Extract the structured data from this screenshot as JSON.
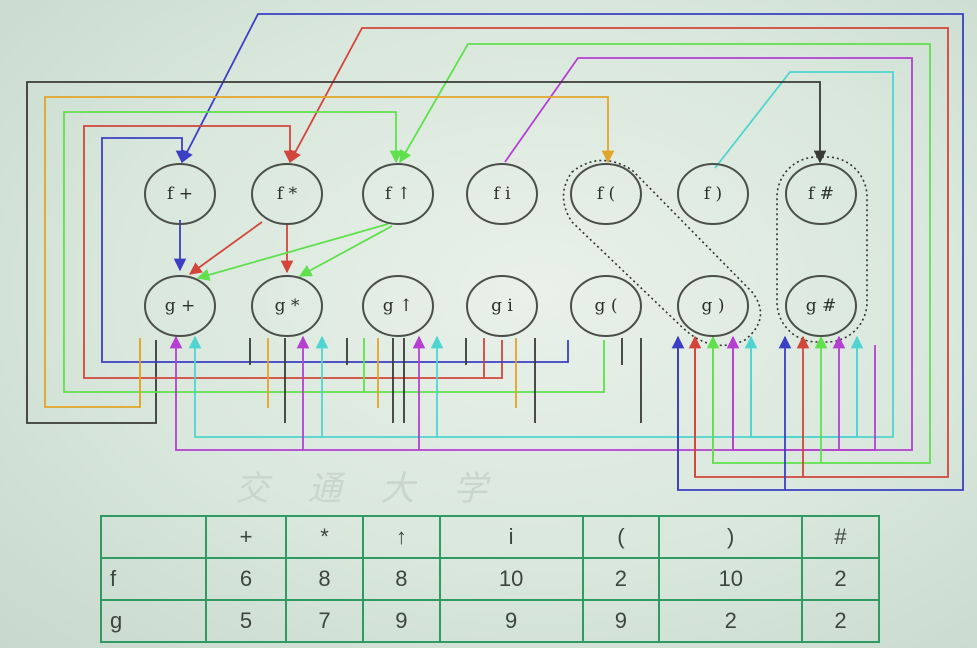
{
  "nodes": [
    {
      "id": "f_plus",
      "label": "f +"
    },
    {
      "id": "f_mul",
      "label": "f *"
    },
    {
      "id": "f_up",
      "label": "f ↑"
    },
    {
      "id": "f_i",
      "label": "f i"
    },
    {
      "id": "f_lp",
      "label": "f ("
    },
    {
      "id": "f_rp",
      "label": "f )"
    },
    {
      "id": "f_hash",
      "label": "f #"
    },
    {
      "id": "g_plus",
      "label": "g +"
    },
    {
      "id": "g_mul",
      "label": "g *"
    },
    {
      "id": "g_up",
      "label": "g ↑"
    },
    {
      "id": "g_i",
      "label": "g i"
    },
    {
      "id": "g_lp",
      "label": "g ("
    },
    {
      "id": "g_rp",
      "label": "g )"
    },
    {
      "id": "g_hash",
      "label": "g #"
    }
  ],
  "watermark": "交 通 大 学",
  "colors": {
    "blue": "#3a3fc4",
    "red": "#d2453a",
    "green": "#5fe04c",
    "purple": "#b43fd0",
    "teal": "#4fd4d0",
    "orange": "#e0a52a",
    "black": "#3a3a34",
    "table_border": "#2f9a62"
  },
  "table": {
    "headers": [
      "",
      "+",
      "*",
      "↑",
      "i",
      "(",
      ")",
      "#"
    ],
    "rows": [
      {
        "label": "f",
        "values": [
          "6",
          "8",
          "8",
          "10",
          "2",
          "10",
          "2"
        ]
      },
      {
        "label": "g",
        "values": [
          "5",
          "7",
          "9",
          "9",
          "9",
          "2",
          "2"
        ]
      }
    ]
  }
}
